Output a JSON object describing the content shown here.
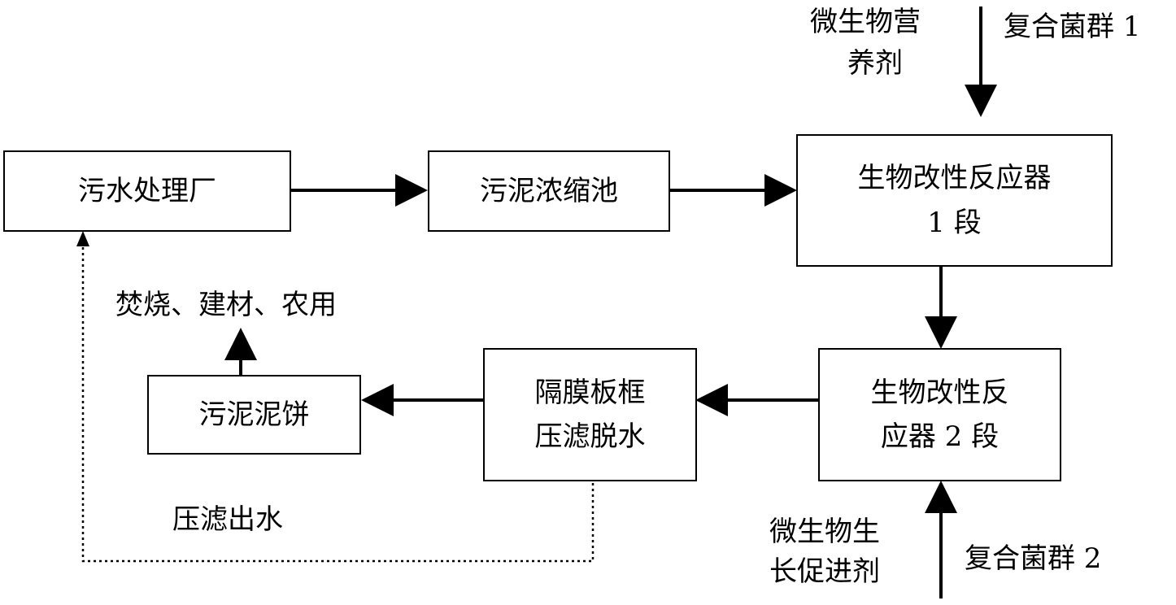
{
  "nodes": {
    "wwtp": {
      "lines": [
        "污水处理厂"
      ]
    },
    "thickener": {
      "lines": [
        "污泥浓缩池"
      ]
    },
    "reactor1": {
      "lines": [
        "生物改性反应器",
        "1 段"
      ]
    },
    "reactor2": {
      "lines": [
        "生物改性反",
        "应器 2 段"
      ]
    },
    "filter_press": {
      "lines": [
        "隔膜板框",
        "压滤脱水"
      ]
    },
    "cake": {
      "lines": [
        "污泥泥饼"
      ]
    }
  },
  "labels": {
    "nutrient": [
      "微生物营",
      "养剂"
    ],
    "consortium1": "复合菌群 1",
    "disposal": "焚烧、建材、农用",
    "filtrate": "压滤出水",
    "promoter": [
      "微生物生",
      "长促进剂"
    ],
    "consortium2": "复合菌群 2"
  }
}
